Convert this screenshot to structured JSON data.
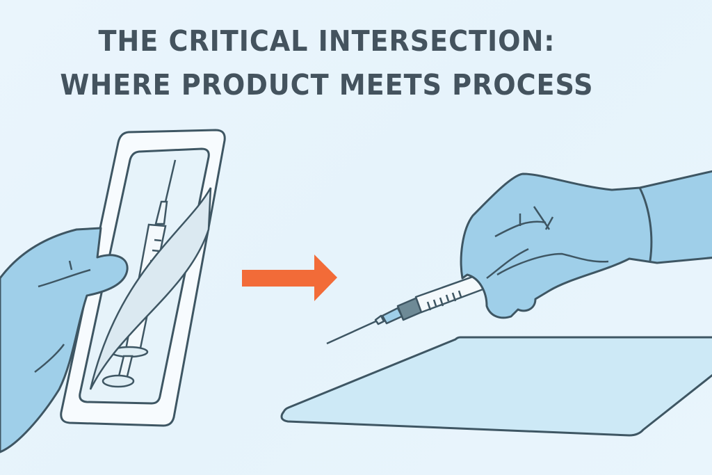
{
  "header": {
    "title_line1": "THE CRITICAL INTERSECTION:",
    "title_line2": "WHERE PRODUCT MEETS PROCESS"
  },
  "illustration": {
    "left_panel": "gloved hand peeling open sterile syringe package",
    "arrow": "arrow-right",
    "right_panel": "gloved hand holding syringe over sterile tray"
  },
  "colors": {
    "background": "#e8f4fb",
    "title": "#44535e",
    "outline": "#3e5663",
    "glove": "#9fcfe9",
    "arrow": "#f26b38",
    "tray": "#cde9f6",
    "package": "#f7fbfe"
  }
}
